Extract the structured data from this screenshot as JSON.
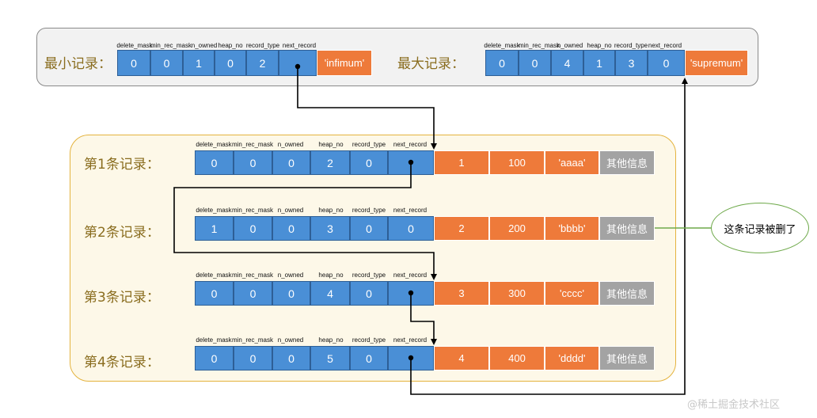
{
  "headers": [
    "delete_mask",
    "min_rec_mask",
    "n_owned",
    "heap_no",
    "record_type",
    "next_record"
  ],
  "infimum": {
    "label": "最小记录：",
    "values": [
      "0",
      "0",
      "1",
      "0",
      "2",
      ""
    ],
    "name": "'infimum'"
  },
  "supremum": {
    "label": "最大记录：",
    "values": [
      "0",
      "0",
      "4",
      "1",
      "3",
      "0"
    ],
    "name": "'supremum'"
  },
  "records": [
    {
      "label": "第1条记录：",
      "header": [
        "0",
        "0",
        "0",
        "2",
        "0",
        ""
      ],
      "data": [
        "1",
        "100",
        "'aaaa'"
      ],
      "other": "其他信息"
    },
    {
      "label": "第2条记录：",
      "header": [
        "1",
        "0",
        "0",
        "3",
        "0",
        "0"
      ],
      "data": [
        "2",
        "200",
        "'bbbb'"
      ],
      "other": "其他信息"
    },
    {
      "label": "第3条记录：",
      "header": [
        "0",
        "0",
        "0",
        "4",
        "0",
        ""
      ],
      "data": [
        "3",
        "300",
        "'cccc'"
      ],
      "other": "其他信息"
    },
    {
      "label": "第4条记录：",
      "header": [
        "0",
        "0",
        "0",
        "5",
        "0",
        ""
      ],
      "data": [
        "4",
        "400",
        "'dddd'"
      ],
      "other": "其他信息"
    }
  ],
  "callout": "这条记录被删了",
  "watermark": "@稀土掘金技术社区",
  "colors": {
    "header_cell": "#4a8fd6",
    "data_cell": "#ee7a3a",
    "other_cell": "#a3a3a3",
    "top_panel": "#f2f2f2",
    "records_panel_border": "#e4b33e",
    "callout_border": "#6ea94a"
  }
}
